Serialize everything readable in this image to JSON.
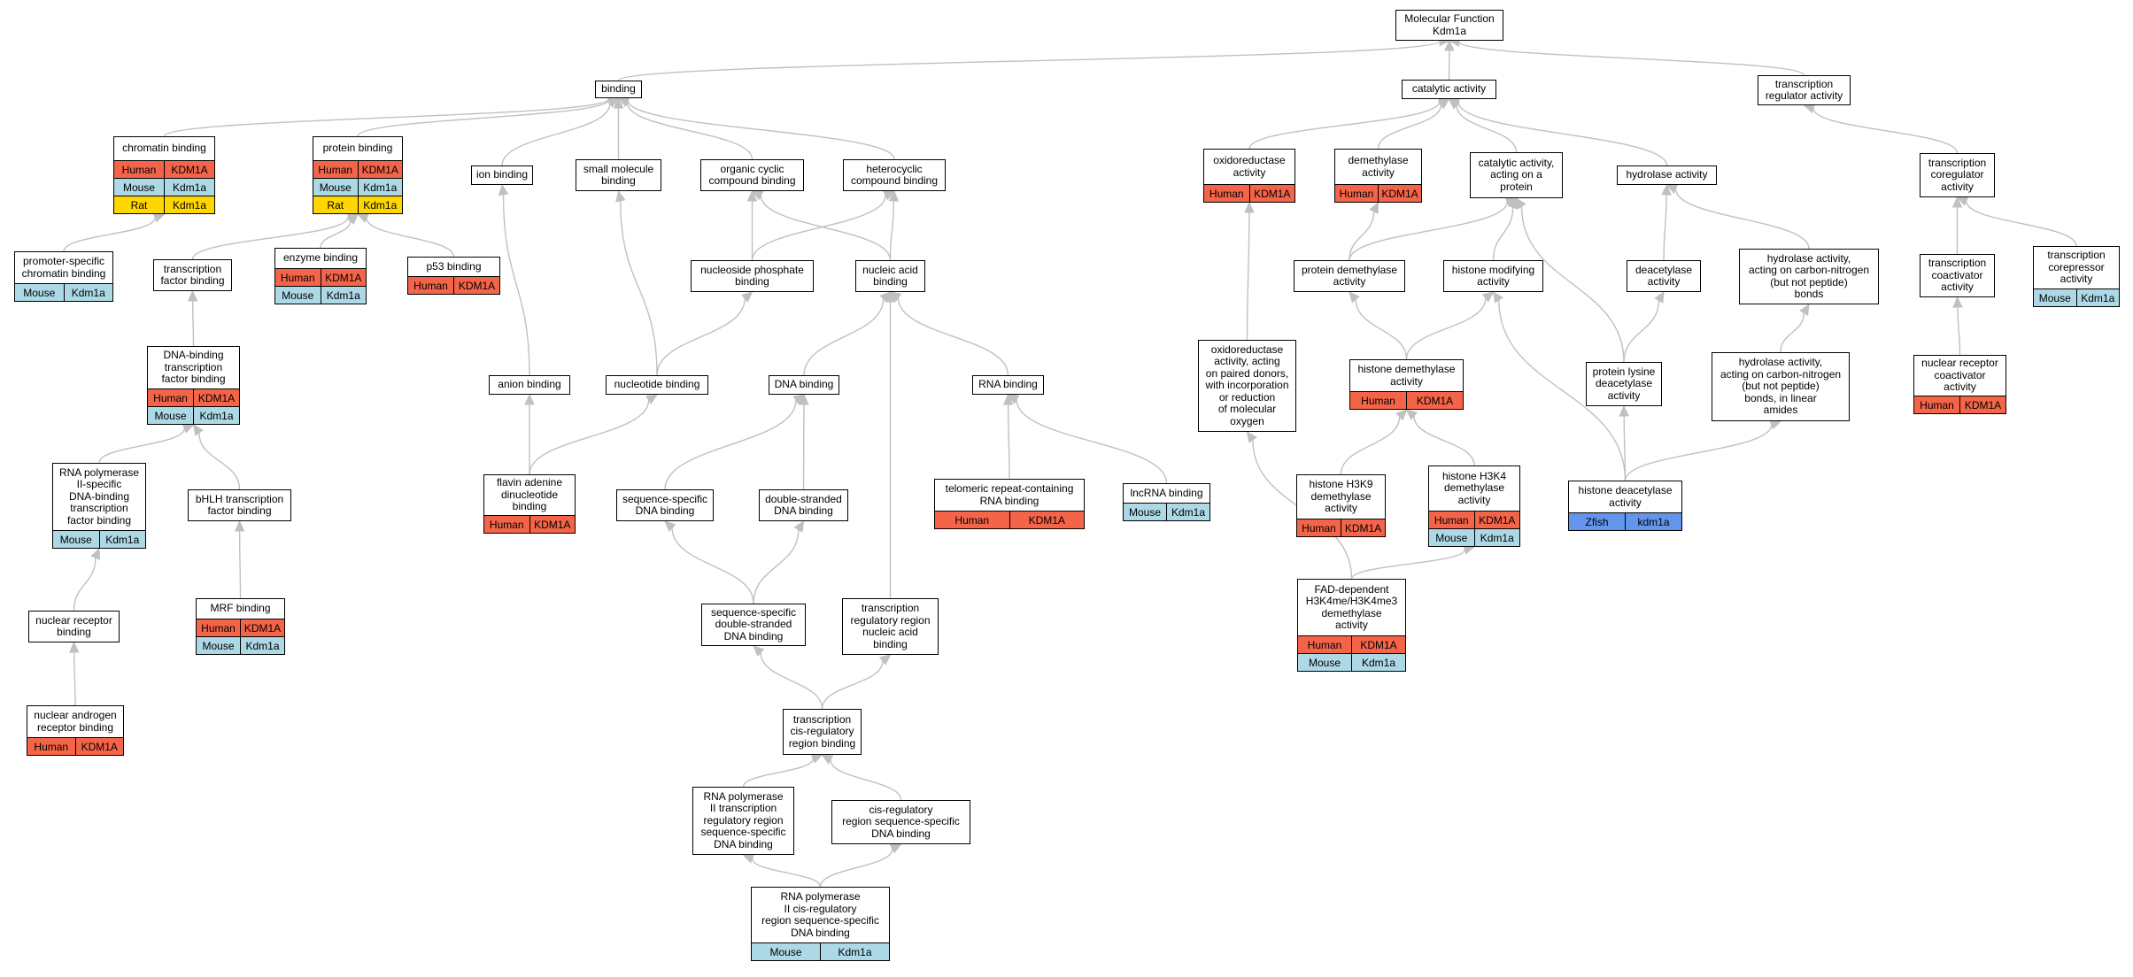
{
  "colors": {
    "Human": "#f46448",
    "Mouse": "#add8e6",
    "Rat": "#ffd700",
    "Zfish": "#6495ed",
    "edge": "#c0c0c0"
  },
  "nodes": [
    {
      "id": "mf",
      "label": "Molecular Function\nKdm1a",
      "rows": []
    },
    {
      "id": "binding",
      "label": "binding",
      "rows": []
    },
    {
      "id": "catalytic",
      "label": "catalytic activity",
      "rows": []
    },
    {
      "id": "trreg",
      "label": "transcription\nregulator activity",
      "rows": []
    },
    {
      "id": "chromatin",
      "label": "chromatin binding",
      "rows": [
        [
          "Human",
          "KDM1A"
        ],
        [
          "Mouse",
          "Kdm1a"
        ],
        [
          "Rat",
          "Kdm1a"
        ]
      ]
    },
    {
      "id": "protein",
      "label": "protein binding",
      "rows": [
        [
          "Human",
          "KDM1A"
        ],
        [
          "Mouse",
          "Kdm1a"
        ],
        [
          "Rat",
          "Kdm1a"
        ]
      ]
    },
    {
      "id": "ion",
      "label": "ion binding",
      "rows": []
    },
    {
      "id": "smallmol",
      "label": "small molecule\nbinding",
      "rows": []
    },
    {
      "id": "organic",
      "label": "organic cyclic\ncompound binding",
      "rows": []
    },
    {
      "id": "hetero",
      "label": "heterocyclic\ncompound binding",
      "rows": []
    },
    {
      "id": "oxido",
      "label": "oxidoreductase\nactivity",
      "rows": [
        [
          "Human",
          "KDM1A"
        ]
      ]
    },
    {
      "id": "demeth",
      "label": "demethylase\nactivity",
      "rows": [
        [
          "Human",
          "KDM1A"
        ]
      ]
    },
    {
      "id": "catprot",
      "label": "catalytic activity,\nacting on a\nprotein",
      "rows": []
    },
    {
      "id": "hydro",
      "label": "hydrolase activity",
      "rows": []
    },
    {
      "id": "trcoreg",
      "label": "transcription\ncoregulator\nactivity",
      "rows": []
    },
    {
      "id": "promspec",
      "label": "promoter-specific\nchromatin binding",
      "rows": [
        [
          "Mouse",
          "Kdm1a"
        ]
      ]
    },
    {
      "id": "tfbind",
      "label": "transcription\nfactor binding",
      "rows": []
    },
    {
      "id": "enzyme",
      "label": "enzyme binding",
      "rows": [
        [
          "Human",
          "KDM1A"
        ],
        [
          "Mouse",
          "Kdm1a"
        ]
      ]
    },
    {
      "id": "p53",
      "label": "p53 binding",
      "rows": [
        [
          "Human",
          "KDM1A"
        ]
      ]
    },
    {
      "id": "nucphos",
      "label": "nucleoside phosphate\nbinding",
      "rows": []
    },
    {
      "id": "nucacid",
      "label": "nucleic acid\nbinding",
      "rows": []
    },
    {
      "id": "protdemeth",
      "label": "protein demethylase\nactivity",
      "rows": []
    },
    {
      "id": "histmod",
      "label": "histone modifying\nactivity",
      "rows": []
    },
    {
      "id": "deacet",
      "label": "deacetylase\nactivity",
      "rows": []
    },
    {
      "id": "hydrocn",
      "label": "hydrolase activity,\nacting on carbon-nitrogen\n(but not peptide)\nbonds",
      "rows": []
    },
    {
      "id": "trcoact",
      "label": "transcription\ncoactivator\nactivity",
      "rows": []
    },
    {
      "id": "trcorep",
      "label": "transcription\ncorepressor\nactivity",
      "rows": [
        [
          "Mouse",
          "Kdm1a"
        ]
      ]
    },
    {
      "id": "dnatf",
      "label": "DNA-binding\ntranscription\nfactor binding",
      "rows": [
        [
          "Human",
          "KDM1A"
        ],
        [
          "Mouse",
          "Kdm1a"
        ]
      ]
    },
    {
      "id": "anion",
      "label": "anion binding",
      "rows": []
    },
    {
      "id": "nucleotide",
      "label": "nucleotide binding",
      "rows": []
    },
    {
      "id": "dna",
      "label": "DNA binding",
      "rows": []
    },
    {
      "id": "rna",
      "label": "RNA binding",
      "rows": []
    },
    {
      "id": "oxidopair",
      "label": "oxidoreductase\nactivity, acting\non paired donors,\nwith incorporation\nor reduction\nof molecular\noxygen",
      "rows": []
    },
    {
      "id": "histdemeth",
      "label": "histone demethylase\nactivity",
      "rows": [
        [
          "Human",
          "KDM1A"
        ]
      ]
    },
    {
      "id": "protlys",
      "label": "protein lysine\ndeacetylase\nactivity",
      "rows": []
    },
    {
      "id": "hydrocnlin",
      "label": "hydrolase activity,\nacting on carbon-nitrogen\n(but not peptide)\nbonds, in linear\namides",
      "rows": []
    },
    {
      "id": "nucrec_coact",
      "label": "nuclear receptor\ncoactivator\nactivity",
      "rows": [
        [
          "Human",
          "KDM1A"
        ]
      ]
    },
    {
      "id": "rnapol2tf",
      "label": "RNA polymerase\nII-specific\nDNA-binding\ntranscription\nfactor binding",
      "rows": [
        [
          "Mouse",
          "Kdm1a"
        ]
      ]
    },
    {
      "id": "bhlh",
      "label": "bHLH transcription\nfactor binding",
      "rows": []
    },
    {
      "id": "fad",
      "label": "flavin adenine\ndinucleotide\nbinding",
      "rows": [
        [
          "Human",
          "KDM1A"
        ]
      ]
    },
    {
      "id": "seqdna",
      "label": "sequence-specific\nDNA binding",
      "rows": []
    },
    {
      "id": "dsdna",
      "label": "double-stranded\nDNA binding",
      "rows": []
    },
    {
      "id": "telo",
      "label": "telomeric repeat-containing\nRNA binding",
      "rows": [
        [
          "Human",
          "KDM1A"
        ]
      ]
    },
    {
      "id": "lncrna",
      "label": "lncRNA binding",
      "rows": [
        [
          "Mouse",
          "Kdm1a"
        ]
      ]
    },
    {
      "id": "h3k9",
      "label": "histone H3K9\ndemethylase\nactivity",
      "rows": [
        [
          "Human",
          "KDM1A"
        ]
      ]
    },
    {
      "id": "h3k4",
      "label": "histone H3K4\ndemethylase\nactivity",
      "rows": [
        [
          "Human",
          "KDM1A"
        ],
        [
          "Mouse",
          "Kdm1a"
        ]
      ]
    },
    {
      "id": "histdeacet",
      "label": "histone deacetylase\nactivity",
      "rows": [
        [
          "Zfish",
          "kdm1a"
        ]
      ]
    },
    {
      "id": "nucrec",
      "label": "nuclear receptor\nbinding",
      "rows": []
    },
    {
      "id": "mrf",
      "label": "MRF binding",
      "rows": [
        [
          "Human",
          "KDM1A"
        ],
        [
          "Mouse",
          "Kdm1a"
        ]
      ]
    },
    {
      "id": "seqdsdna",
      "label": "sequence-specific\ndouble-stranded\nDNA binding",
      "rows": []
    },
    {
      "id": "trregna",
      "label": "transcription\nregulatory region\nnucleic acid\nbinding",
      "rows": []
    },
    {
      "id": "fadh3k4",
      "label": "FAD-dependent\nH3K4me/H3K4me3\ndemethylase\nactivity",
      "rows": [
        [
          "Human",
          "KDM1A"
        ],
        [
          "Mouse",
          "Kdm1a"
        ]
      ]
    },
    {
      "id": "nucandro",
      "label": "nuclear androgen\nreceptor binding",
      "rows": [
        [
          "Human",
          "KDM1A"
        ]
      ]
    },
    {
      "id": "trcis",
      "label": "transcription\ncis-regulatory\nregion binding",
      "rows": []
    },
    {
      "id": "rnapol2reg",
      "label": "RNA polymerase\nII transcription\nregulatory region\nsequence-specific\nDNA binding",
      "rows": []
    },
    {
      "id": "cisreg",
      "label": "cis-regulatory\nregion sequence-specific\nDNA binding",
      "rows": []
    },
    {
      "id": "rnapol2cis",
      "label": "RNA polymerase\nII cis-regulatory\nregion sequence-specific\nDNA binding",
      "rows": [
        [
          "Mouse",
          "Kdm1a"
        ]
      ]
    }
  ],
  "edges": [
    [
      "binding",
      "mf"
    ],
    [
      "catalytic",
      "mf"
    ],
    [
      "trreg",
      "mf"
    ],
    [
      "chromatin",
      "binding"
    ],
    [
      "protein",
      "binding"
    ],
    [
      "ion",
      "binding"
    ],
    [
      "smallmol",
      "binding"
    ],
    [
      "organic",
      "binding"
    ],
    [
      "hetero",
      "binding"
    ],
    [
      "oxido",
      "catalytic"
    ],
    [
      "demeth",
      "catalytic"
    ],
    [
      "catprot",
      "catalytic"
    ],
    [
      "hydro",
      "catalytic"
    ],
    [
      "trcoreg",
      "trreg"
    ],
    [
      "promspec",
      "chromatin"
    ],
    [
      "tfbind",
      "protein"
    ],
    [
      "enzyme",
      "protein"
    ],
    [
      "p53",
      "protein"
    ],
    [
      "nucphos",
      "organic"
    ],
    [
      "nucphos",
      "hetero"
    ],
    [
      "nucacid",
      "organic"
    ],
    [
      "nucacid",
      "hetero"
    ],
    [
      "protdemeth",
      "demeth"
    ],
    [
      "protdemeth",
      "catprot"
    ],
    [
      "histmod",
      "catprot"
    ],
    [
      "deacet",
      "hydro"
    ],
    [
      "hydrocn",
      "hydro"
    ],
    [
      "trcoact",
      "trcoreg"
    ],
    [
      "trcorep",
      "trcoreg"
    ],
    [
      "dnatf",
      "tfbind"
    ],
    [
      "anion",
      "ion"
    ],
    [
      "nucleotide",
      "smallmol"
    ],
    [
      "nucleotide",
      "nucphos"
    ],
    [
      "dna",
      "nucacid"
    ],
    [
      "rna",
      "nucacid"
    ],
    [
      "oxidopair",
      "oxido"
    ],
    [
      "histdemeth",
      "protdemeth"
    ],
    [
      "histdemeth",
      "histmod"
    ],
    [
      "protlys",
      "catprot"
    ],
    [
      "protlys",
      "deacet"
    ],
    [
      "hydrocnlin",
      "hydrocn"
    ],
    [
      "nucrec_coact",
      "trcoact"
    ],
    [
      "rnapol2tf",
      "dnatf"
    ],
    [
      "bhlh",
      "dnatf"
    ],
    [
      "fad",
      "anion"
    ],
    [
      "fad",
      "nucleotide"
    ],
    [
      "seqdna",
      "dna"
    ],
    [
      "dsdna",
      "dna"
    ],
    [
      "telo",
      "rna"
    ],
    [
      "lncrna",
      "rna"
    ],
    [
      "h3k9",
      "histdemeth"
    ],
    [
      "h3k4",
      "histdemeth"
    ],
    [
      "histdeacet",
      "histmod"
    ],
    [
      "histdeacet",
      "protlys"
    ],
    [
      "histdeacet",
      "hydrocnlin"
    ],
    [
      "nucrec",
      "rnapol2tf"
    ],
    [
      "mrf",
      "bhlh"
    ],
    [
      "seqdsdna",
      "seqdna"
    ],
    [
      "seqdsdna",
      "dsdna"
    ],
    [
      "trregna",
      "nucacid"
    ],
    [
      "fadh3k4",
      "oxidopair"
    ],
    [
      "fadh3k4",
      "h3k4"
    ],
    [
      "nucandro",
      "nucrec"
    ],
    [
      "trcis",
      "seqdsdna"
    ],
    [
      "trcis",
      "trregna"
    ],
    [
      "rnapol2reg",
      "trcis"
    ],
    [
      "cisreg",
      "trcis"
    ],
    [
      "rnapol2cis",
      "rnapol2reg"
    ],
    [
      "rnapol2cis",
      "cisreg"
    ]
  ]
}
